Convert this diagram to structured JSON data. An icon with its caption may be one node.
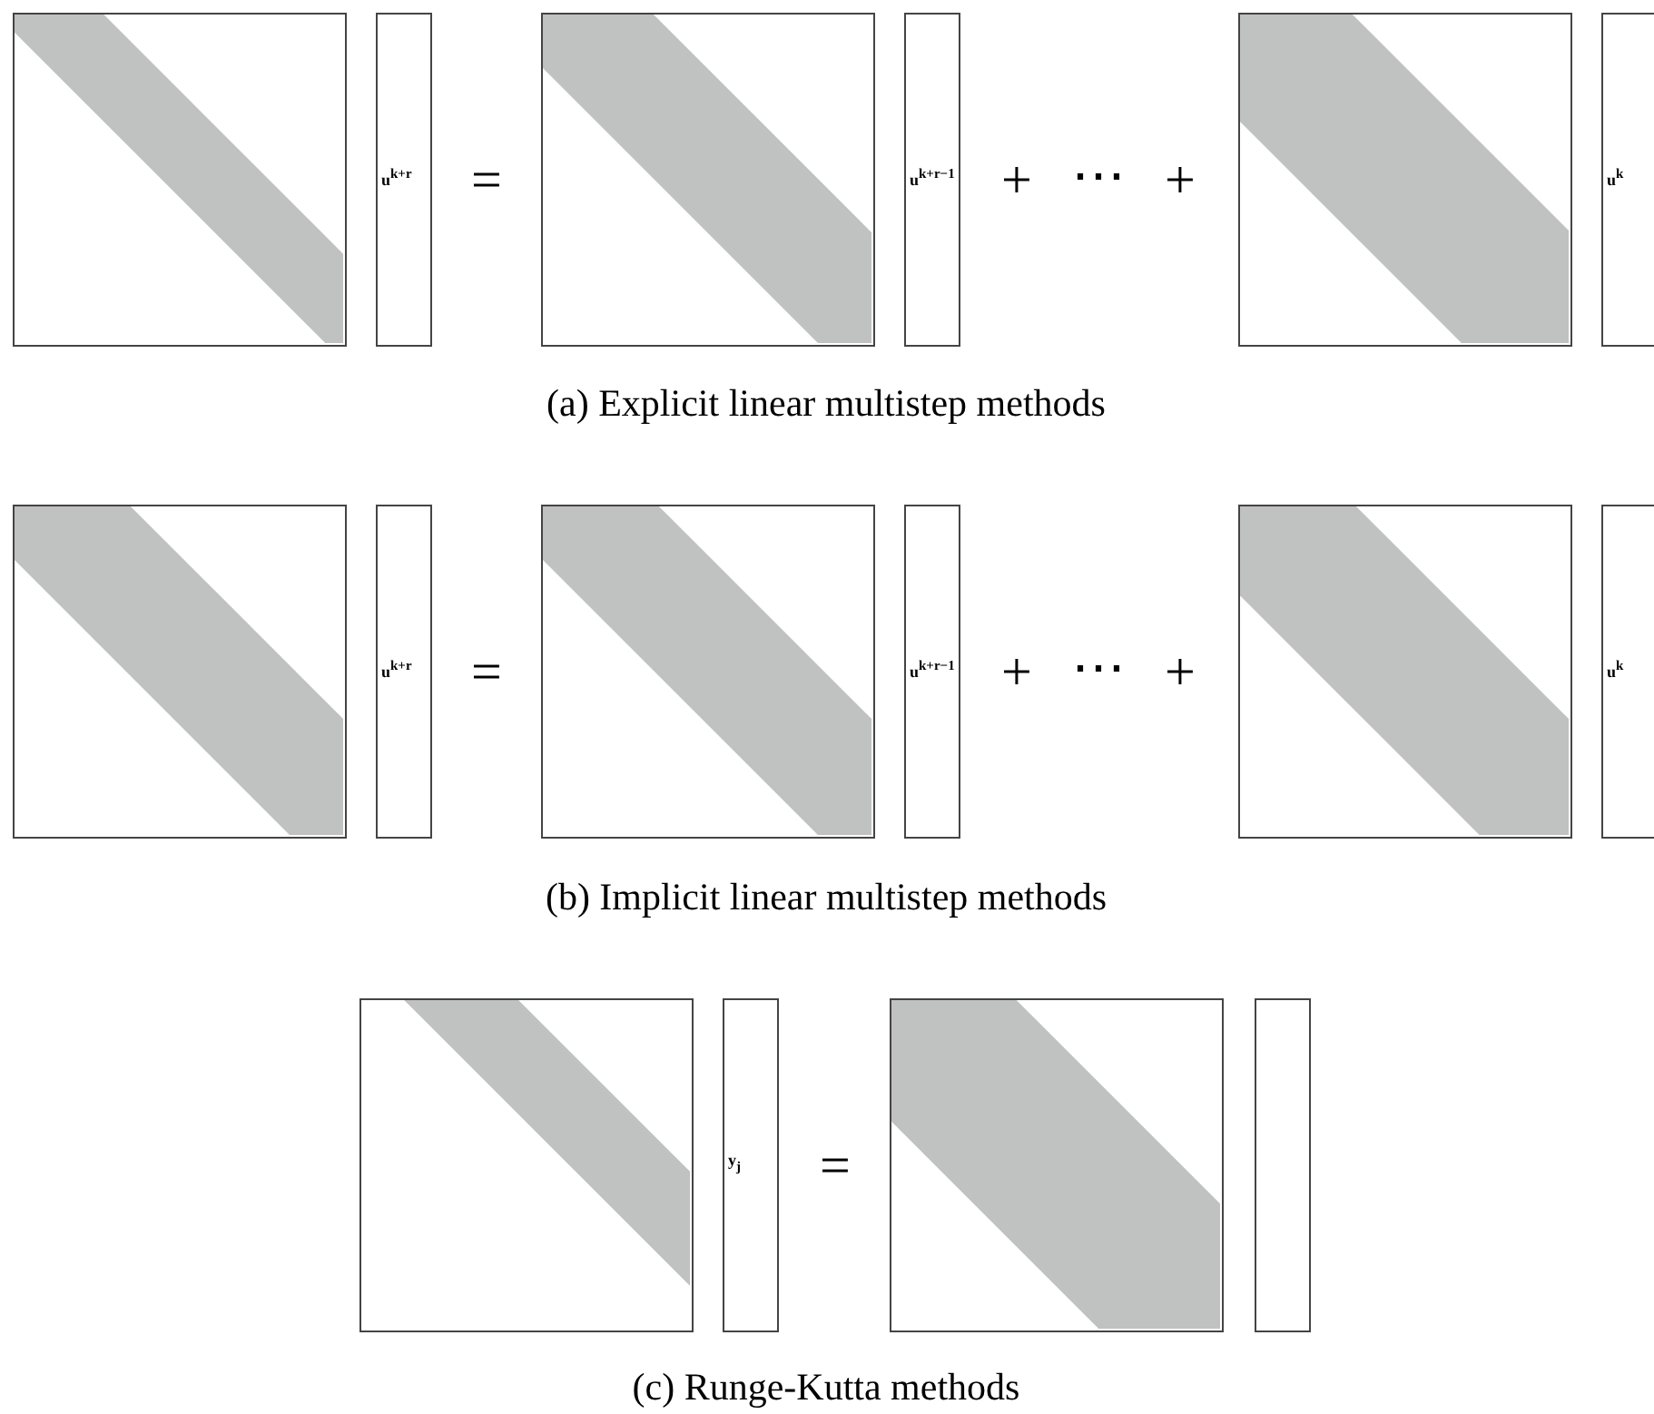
{
  "diagram": {
    "nodes": [
      {
        "text": [],
        "shape": "box"
      },
      {
        "text": [
          "u$^{k+r}$"
        ]
      },
      {
        "text": [],
        "shape": "box"
      },
      {
        "text": [
          "u$^{k+r−1}$"
        ]
      },
      {
        "text": [],
        "shape": "box"
      },
      {
        "text": [
          "u$^{k}$"
        ]
      },
      {
        "text": [],
        "shape": "box"
      },
      {
        "text": [
          "u$^{k+r}$"
        ]
      },
      {
        "text": [],
        "shape": "box"
      },
      {
        "text": [
          "u$^{k+r−1}$"
        ]
      },
      {
        "text": [],
        "shape": "box"
      },
      {
        "text": [
          "u$^{k}$"
        ]
      },
      {
        "text": [],
        "shape": "box"
      },
      {
        "text": [
          "y$_{j}$"
        ]
      },
      {
        "text": [],
        "shape": "box"
      },
      {
        "text": [],
        "shape": "box"
      }
    ],
    "edges": [],
    "labels": [
      "=",
      "+",
      "⋯",
      "+",
      "(a) Explicit linear multistep methods",
      "=",
      "+",
      "⋯",
      "+",
      "(b) Implicit linear multistep methods",
      "=",
      "(c) Runge-Kutta methods"
    ]
  }
}
